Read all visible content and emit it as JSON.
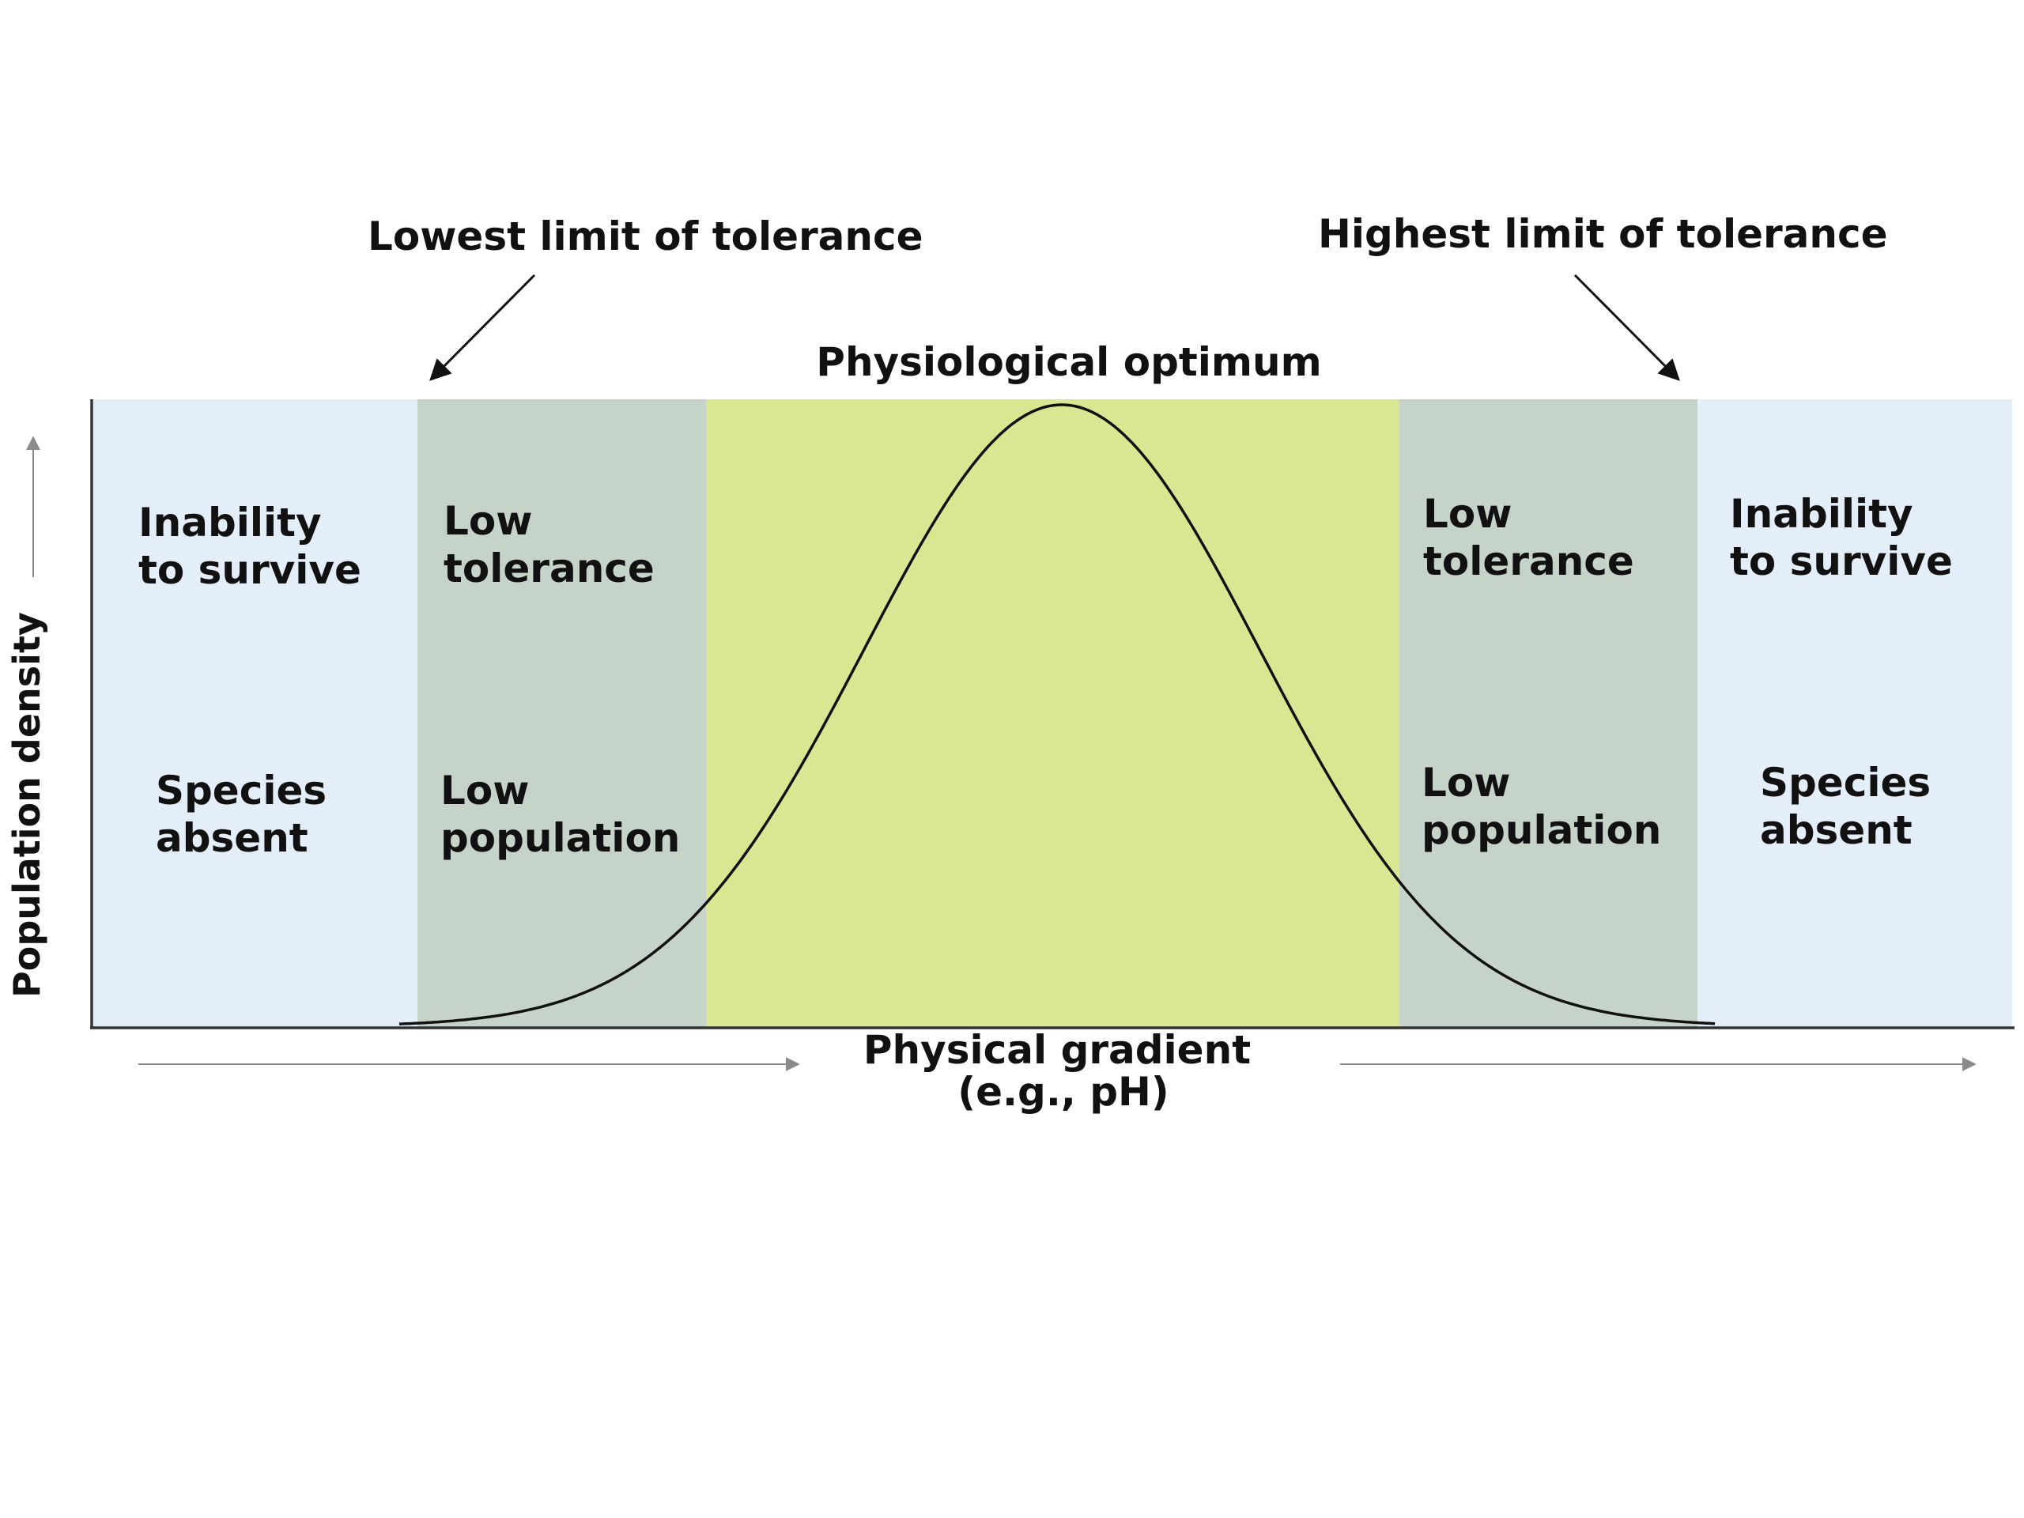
{
  "colors": {
    "outer_zone": "#e3eef9",
    "tolerance_zone": "#c5d3c9",
    "optimum_zone": "#dbe693",
    "curve": "#111111",
    "axis": "#333333",
    "gradient_arrow": "#8a8a8a"
  },
  "annotations": {
    "lowest_limit": "Lowest limit of tolerance",
    "highest_limit": "Highest limit of tolerance",
    "optimum": "Physiological optimum"
  },
  "axes": {
    "y_label": "Population density",
    "x_label_line1": "Physical gradient",
    "x_label_line2": "(e.g., pH)"
  },
  "zones": {
    "left_outer": {
      "line1": "Inability",
      "line2": "to survive",
      "line3": "Species",
      "line4": "absent"
    },
    "left_tolerance": {
      "line1": "Low",
      "line2": "tolerance",
      "line3": "Low",
      "line4": "population"
    },
    "right_tolerance": {
      "line1": "Low",
      "line2": "tolerance",
      "line3": "Low",
      "line4": "population"
    },
    "right_outer": {
      "line1": "Inability",
      "line2": "to survive",
      "line3": "Species",
      "line4": "absent"
    }
  },
  "icons": {
    "left_pointer": "arrow-down-left-icon",
    "right_pointer": "arrow-down-right-icon",
    "y_axis_arrow": "arrow-up-icon",
    "x_gradient_arrows": "arrow-right-icon"
  }
}
